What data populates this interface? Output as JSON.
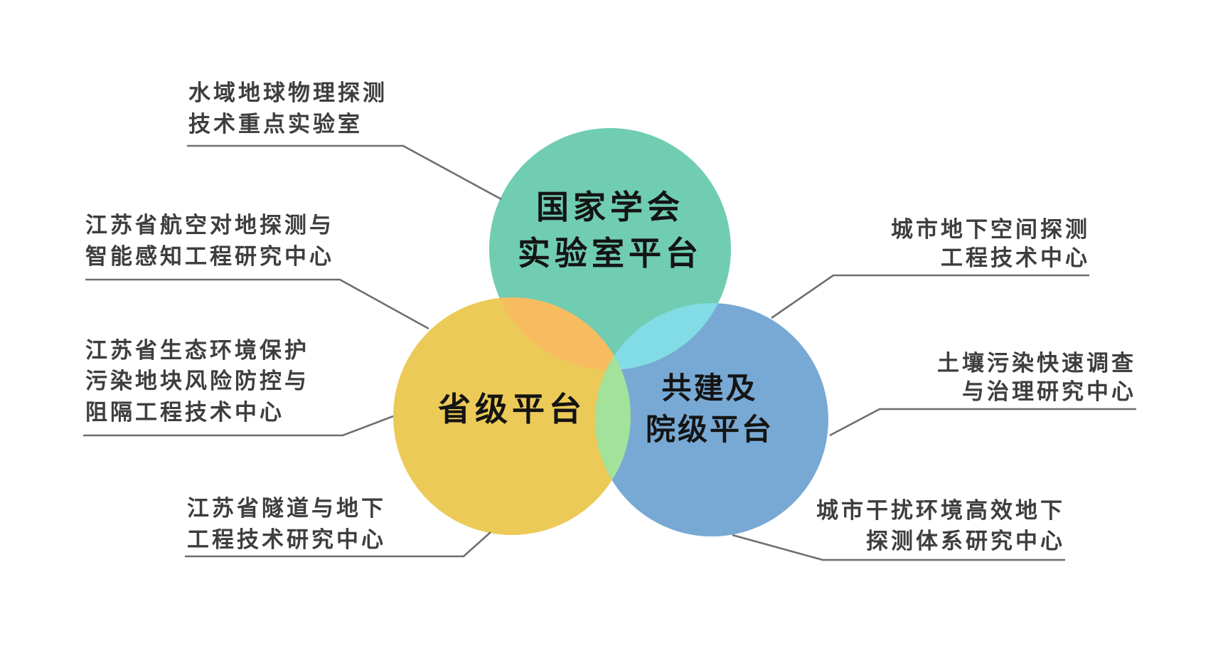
{
  "venn": {
    "circles": [
      {
        "id": "national-platform",
        "lines": [
          "国家学会",
          "实验室平台"
        ],
        "color": "#70cdb2"
      },
      {
        "id": "provincial-platform",
        "lines": [
          "省级平台"
        ],
        "color": "#ecca58"
      },
      {
        "id": "cobuilt-platform",
        "lines": [
          "共建及",
          "院级平台"
        ],
        "color": "#77a9d4"
      }
    ],
    "overlap_colors": {
      "national_provincial": "#f7bc60",
      "national_cobuilt": "#82dce5",
      "provincial_cobuilt": "#a3e29b"
    }
  },
  "callouts": [
    {
      "position": "top-left",
      "lines": [
        "水域地球物理探测",
        "技术重点实验室"
      ]
    },
    {
      "position": "left-upper",
      "lines": [
        "江苏省航空对地探测与",
        "智能感知工程研究中心"
      ]
    },
    {
      "position": "left-middle",
      "lines": [
        "江苏省生态环境保护",
        "污染地块风险防控与",
        "阻隔工程技术中心"
      ]
    },
    {
      "position": "bottom-left",
      "lines": [
        "江苏省隧道与地下",
        "工程技术研究中心"
      ]
    },
    {
      "position": "top-right",
      "lines": [
        "城市地下空间探测",
        "工程技术中心"
      ]
    },
    {
      "position": "right-middle",
      "lines": [
        "土壤污染快速调查",
        "与治理研究中心"
      ]
    },
    {
      "position": "bottom-right",
      "lines": [
        "城市干扰环境高效地下",
        "探测体系研究中心"
      ]
    }
  ],
  "colors": {
    "background": "#ffffff",
    "connector_line": "#6e6e6e",
    "callout_text": "#3e3e3e",
    "title_text": "#141414"
  }
}
